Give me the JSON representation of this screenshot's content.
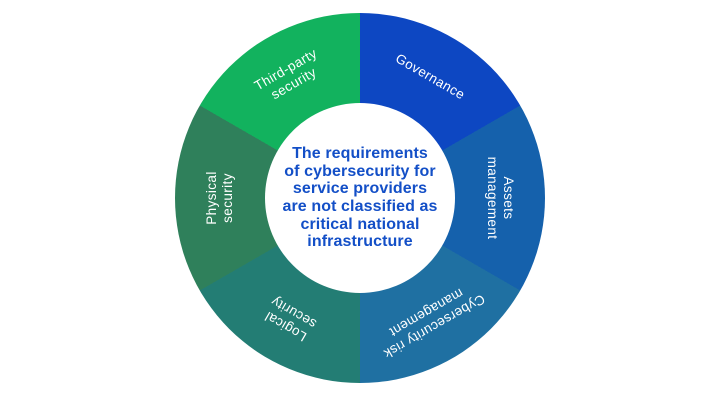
{
  "background_color": "#ffffff",
  "center": {
    "statement": "The requirements\nof cybersecurity for\nservice providers\nare not classified as\ncritical national\ninfrastructure",
    "text_color": "#134FC7",
    "circle_color": "#ffffff"
  },
  "wheel": {
    "label_text_color": "#ffffff",
    "segments": [
      {
        "label": "Governance",
        "color": "#0D47C2",
        "start_angle": 0,
        "end_angle": 60
      },
      {
        "label": "Assets\nmanagement",
        "color": "#1561AC",
        "start_angle": 60,
        "end_angle": 120
      },
      {
        "label": "Cybersecurity risk\nmanagement",
        "color": "#1F70A2",
        "start_angle": 120,
        "end_angle": 180
      },
      {
        "label": "Logical\nsecurity",
        "color": "#237D74",
        "start_angle": 180,
        "end_angle": 240
      },
      {
        "label": "Physical\nsecurity",
        "color": "#2F805B",
        "start_angle": 240,
        "end_angle": 300
      },
      {
        "label": "Third-party\nsecurity",
        "color": "#12B25E",
        "start_angle": 300,
        "end_angle": 360
      }
    ]
  }
}
